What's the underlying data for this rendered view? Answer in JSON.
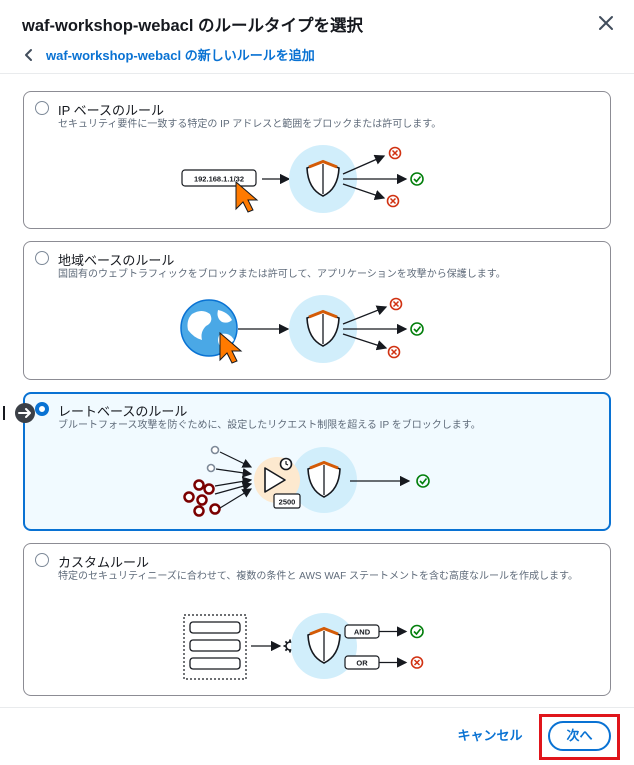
{
  "header": {
    "title": "waf-workshop-webacl のルールタイプを選択",
    "back_label": "waf-workshop-webacl の新しいルールを追加"
  },
  "cards": [
    {
      "title": "IP ベースのルール",
      "description": "セキュリティ要件に一致する特定の IP アドレスと範囲をブロックまたは許可します。",
      "ip_label": "192.168.1.1/32",
      "selected": false
    },
    {
      "title": "地域ベースのルール",
      "description": "国固有のウェブトラフィックをブロックまたは許可して、アプリケーションを攻撃から保護します。",
      "selected": false
    },
    {
      "title": "レートベースのルール",
      "description": "ブルートフォース攻撃を防ぐために、設定したリクエスト制限を超える IP をブロックします。",
      "limit_label": "2500",
      "selected": true
    },
    {
      "title": "カスタムルール",
      "description": "特定のセキュリティニーズに合わせて、複数の条件と AWS WAF ステートメントを含む高度なルールを作成します。",
      "and_label": "AND",
      "or_label": "OR",
      "selected": false
    }
  ],
  "footer": {
    "cancel_label": "キャンセル",
    "next_label": "次へ"
  },
  "colors": {
    "accent": "#0972d3",
    "orange": "#ff7a00",
    "shield_accent": "#d45b07",
    "allow_green": "#037f0c",
    "block_red": "#d13212",
    "halo": "#d1eefb",
    "highlight": "#e0151b"
  }
}
